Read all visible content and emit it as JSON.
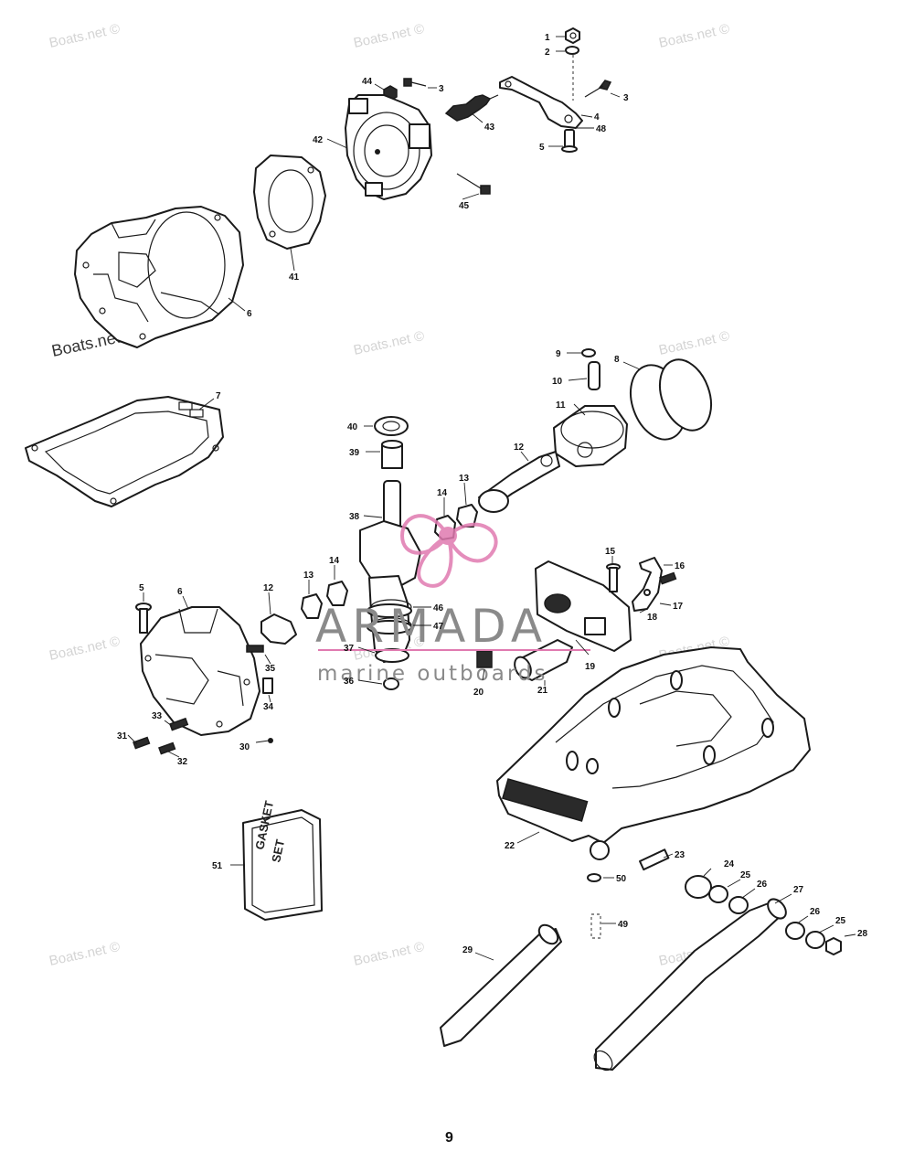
{
  "watermarks": [
    "Boats.net ©",
    "Boats.net ©",
    "Boats.net ©",
    "Boats.net ©",
    "Boats.net ©",
    "Boats.net ©",
    "Boats.net ©",
    "Boats.net ©",
    "Boats.net ©",
    "Boats.net ©",
    "Boats.net ©",
    "Boats.net ©"
  ],
  "brand": {
    "name": "ARMADA",
    "tagline": "marine outboards",
    "logo_color": "#e07ab0"
  },
  "gasket_box": {
    "line1": "GASKET",
    "line2": "SET"
  },
  "callouts": [
    "1",
    "2",
    "44",
    "3",
    "3",
    "4",
    "48",
    "43",
    "5",
    "42",
    "45",
    "41",
    "6",
    "9",
    "8",
    "10",
    "11",
    "7",
    "40",
    "39",
    "12",
    "13",
    "14",
    "38",
    "15",
    "16",
    "17",
    "18",
    "5",
    "6",
    "12",
    "13",
    "14",
    "46",
    "47",
    "37",
    "36",
    "35",
    "34",
    "19",
    "20",
    "21",
    "33",
    "31",
    "32",
    "30",
    "22",
    "51",
    "23",
    "24",
    "25",
    "26",
    "27",
    "50",
    "26",
    "25",
    "28",
    "49",
    "29"
  ],
  "page_number": "9"
}
